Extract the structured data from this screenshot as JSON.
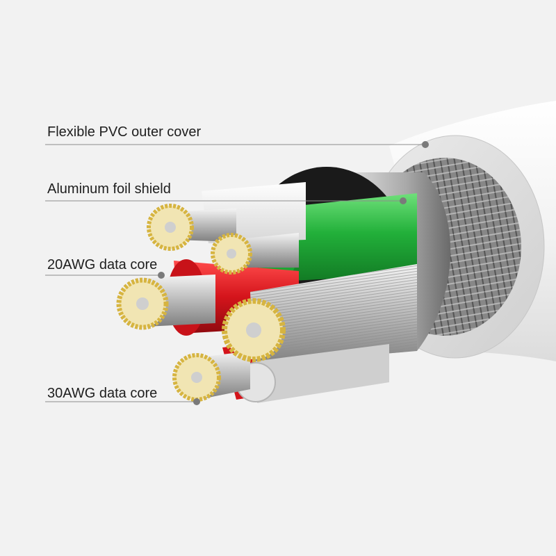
{
  "labels": {
    "outer_cover": "Flexible PVC outer cover",
    "foil_shield": "Aluminum foil shield",
    "core_20awg": "20AWG data core",
    "core_30awg": "30AWG data core"
  },
  "colors": {
    "background": "#f2f2f2",
    "jacket": "#f7f7f7",
    "braid": "#8a8a8a",
    "foil": "#c9c9c9",
    "green_insulation": "#22b03a",
    "red_insulation": "#d4141b",
    "white_insulation": "#ececec",
    "copper_tin": "#e2c24a",
    "leader_line": "#8c8c8c"
  }
}
